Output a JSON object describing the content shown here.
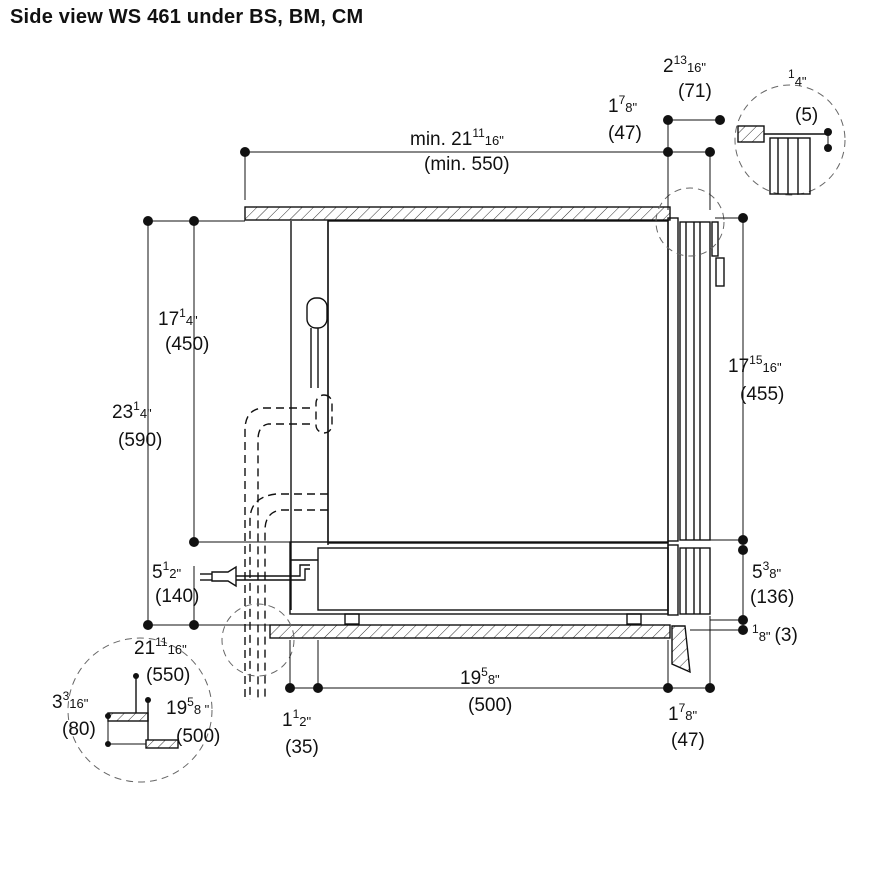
{
  "title": "Side view WS 461 under BS, BM, CM",
  "dims": {
    "top_width": {
      "whole": "min. 21",
      "num": "11",
      "den": "16\"",
      "mm": "(min. 550)"
    },
    "top_right": {
      "whole": "2",
      "num": "13",
      "den": "16\"",
      "mm": "(71)"
    },
    "top_right2": {
      "whole": "1",
      "num": "7",
      "den": "8\"",
      "mm": "(47)"
    },
    "detail_top": {
      "whole": "",
      "num": "1",
      "den": "4\"",
      "mm": "(5)"
    },
    "height_left": {
      "whole": "17",
      "num": "1",
      "den": "4\"",
      "mm": "(450)"
    },
    "height_total": {
      "whole": "23",
      "num": "1",
      "den": "4\"",
      "mm": "(590)"
    },
    "height_right": {
      "whole": "17",
      "num": "15",
      "den": "16\"",
      "mm": "(455)"
    },
    "drawer_left": {
      "whole": "5",
      "num": "1",
      "den": "2\"",
      "mm": "(140)"
    },
    "drawer_right": {
      "whole": "5",
      "num": "3",
      "den": "8\"",
      "mm": "(136)"
    },
    "gap": {
      "whole": "",
      "num": "1",
      "den": "8\"",
      "mm": "(3)"
    },
    "bottom_depth_l": {
      "whole": "21",
      "num": "11",
      "den": "16\"",
      "mm": "(550)"
    },
    "bottom_main": {
      "whole": "19",
      "num": "5",
      "den": "8\"",
      "mm": "(500)"
    },
    "bottom_left": {
      "whole": "1",
      "num": "1",
      "den": "2\"",
      "mm": "(35)"
    },
    "bottom_right": {
      "whole": "1",
      "num": "7",
      "den": "8\"",
      "mm": "(47)"
    },
    "detail_h": {
      "whole": "3",
      "num": "3",
      "den": "16\"",
      "mm": "(80)"
    },
    "detail_depth": {
      "whole": "19",
      "num": "5",
      "den": "8 \"",
      "mm": "(500)"
    }
  }
}
